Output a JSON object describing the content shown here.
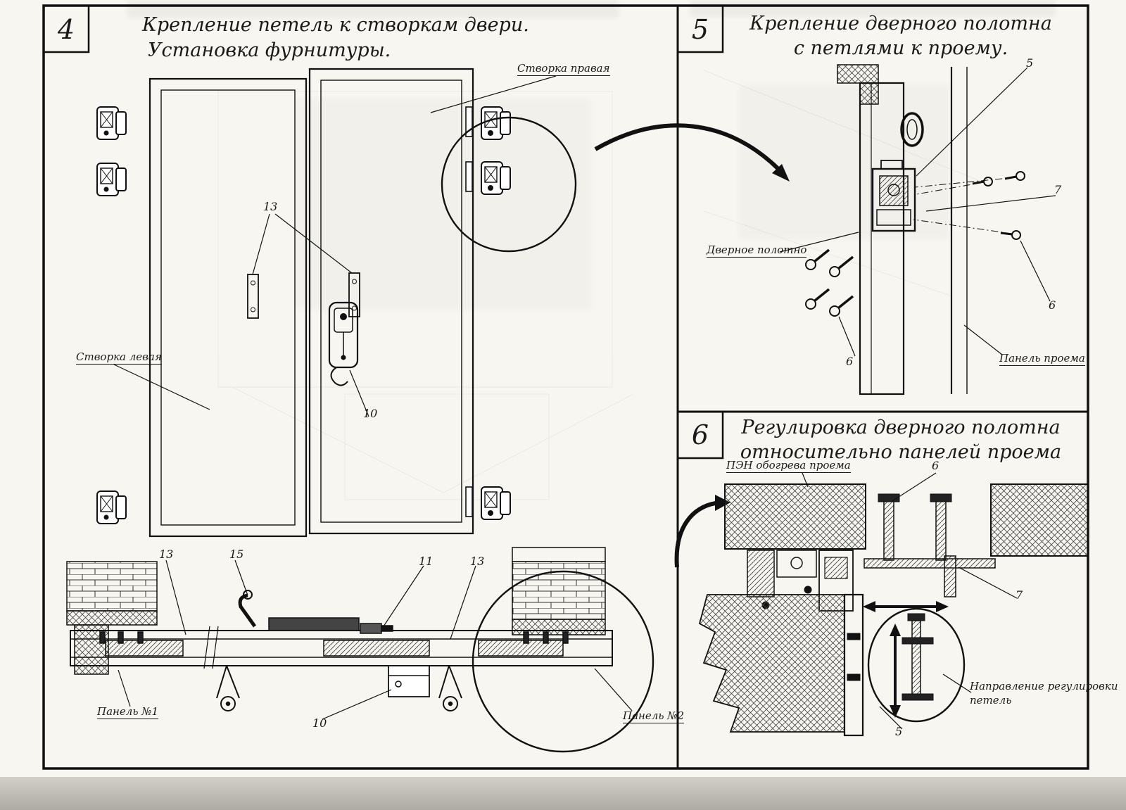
{
  "colors": {
    "ink": "#1a1a1a",
    "paper": "#f7f6f1"
  },
  "panel4": {
    "number": "4",
    "title1": "Крепление петель к створкам двери.",
    "title2": "Установка фурнитуры.",
    "labels": {
      "right_leaf": "Створка правая",
      "left_leaf": "Створка левая",
      "panel1": "Панель №1",
      "panel2": "Панель №2"
    },
    "callouts": {
      "c13a": "13",
      "c10a": "10",
      "c13b": "13",
      "c15": "15",
      "c11": "11",
      "c13c": "13",
      "c10b": "10"
    }
  },
  "panel5": {
    "number": "5",
    "title1": "Крепление дверного полотна",
    "title2": "с петлями к проему.",
    "labels": {
      "door_leaf": "Дверное полотно",
      "opening_panel": "Панель проема"
    },
    "callouts": {
      "c5": "5",
      "c7": "7",
      "c6a": "6",
      "c6b": "6"
    }
  },
  "panel6": {
    "number": "6",
    "title1": "Регулировка дверного полотна",
    "title2": "относительно панелей проема",
    "labels": {
      "heater": "ПЭН обогрева проема",
      "dir1": "Направление регулировки",
      "dir2": "петель"
    },
    "callouts": {
      "c6": "6",
      "c7": "7",
      "c5": "5"
    }
  }
}
